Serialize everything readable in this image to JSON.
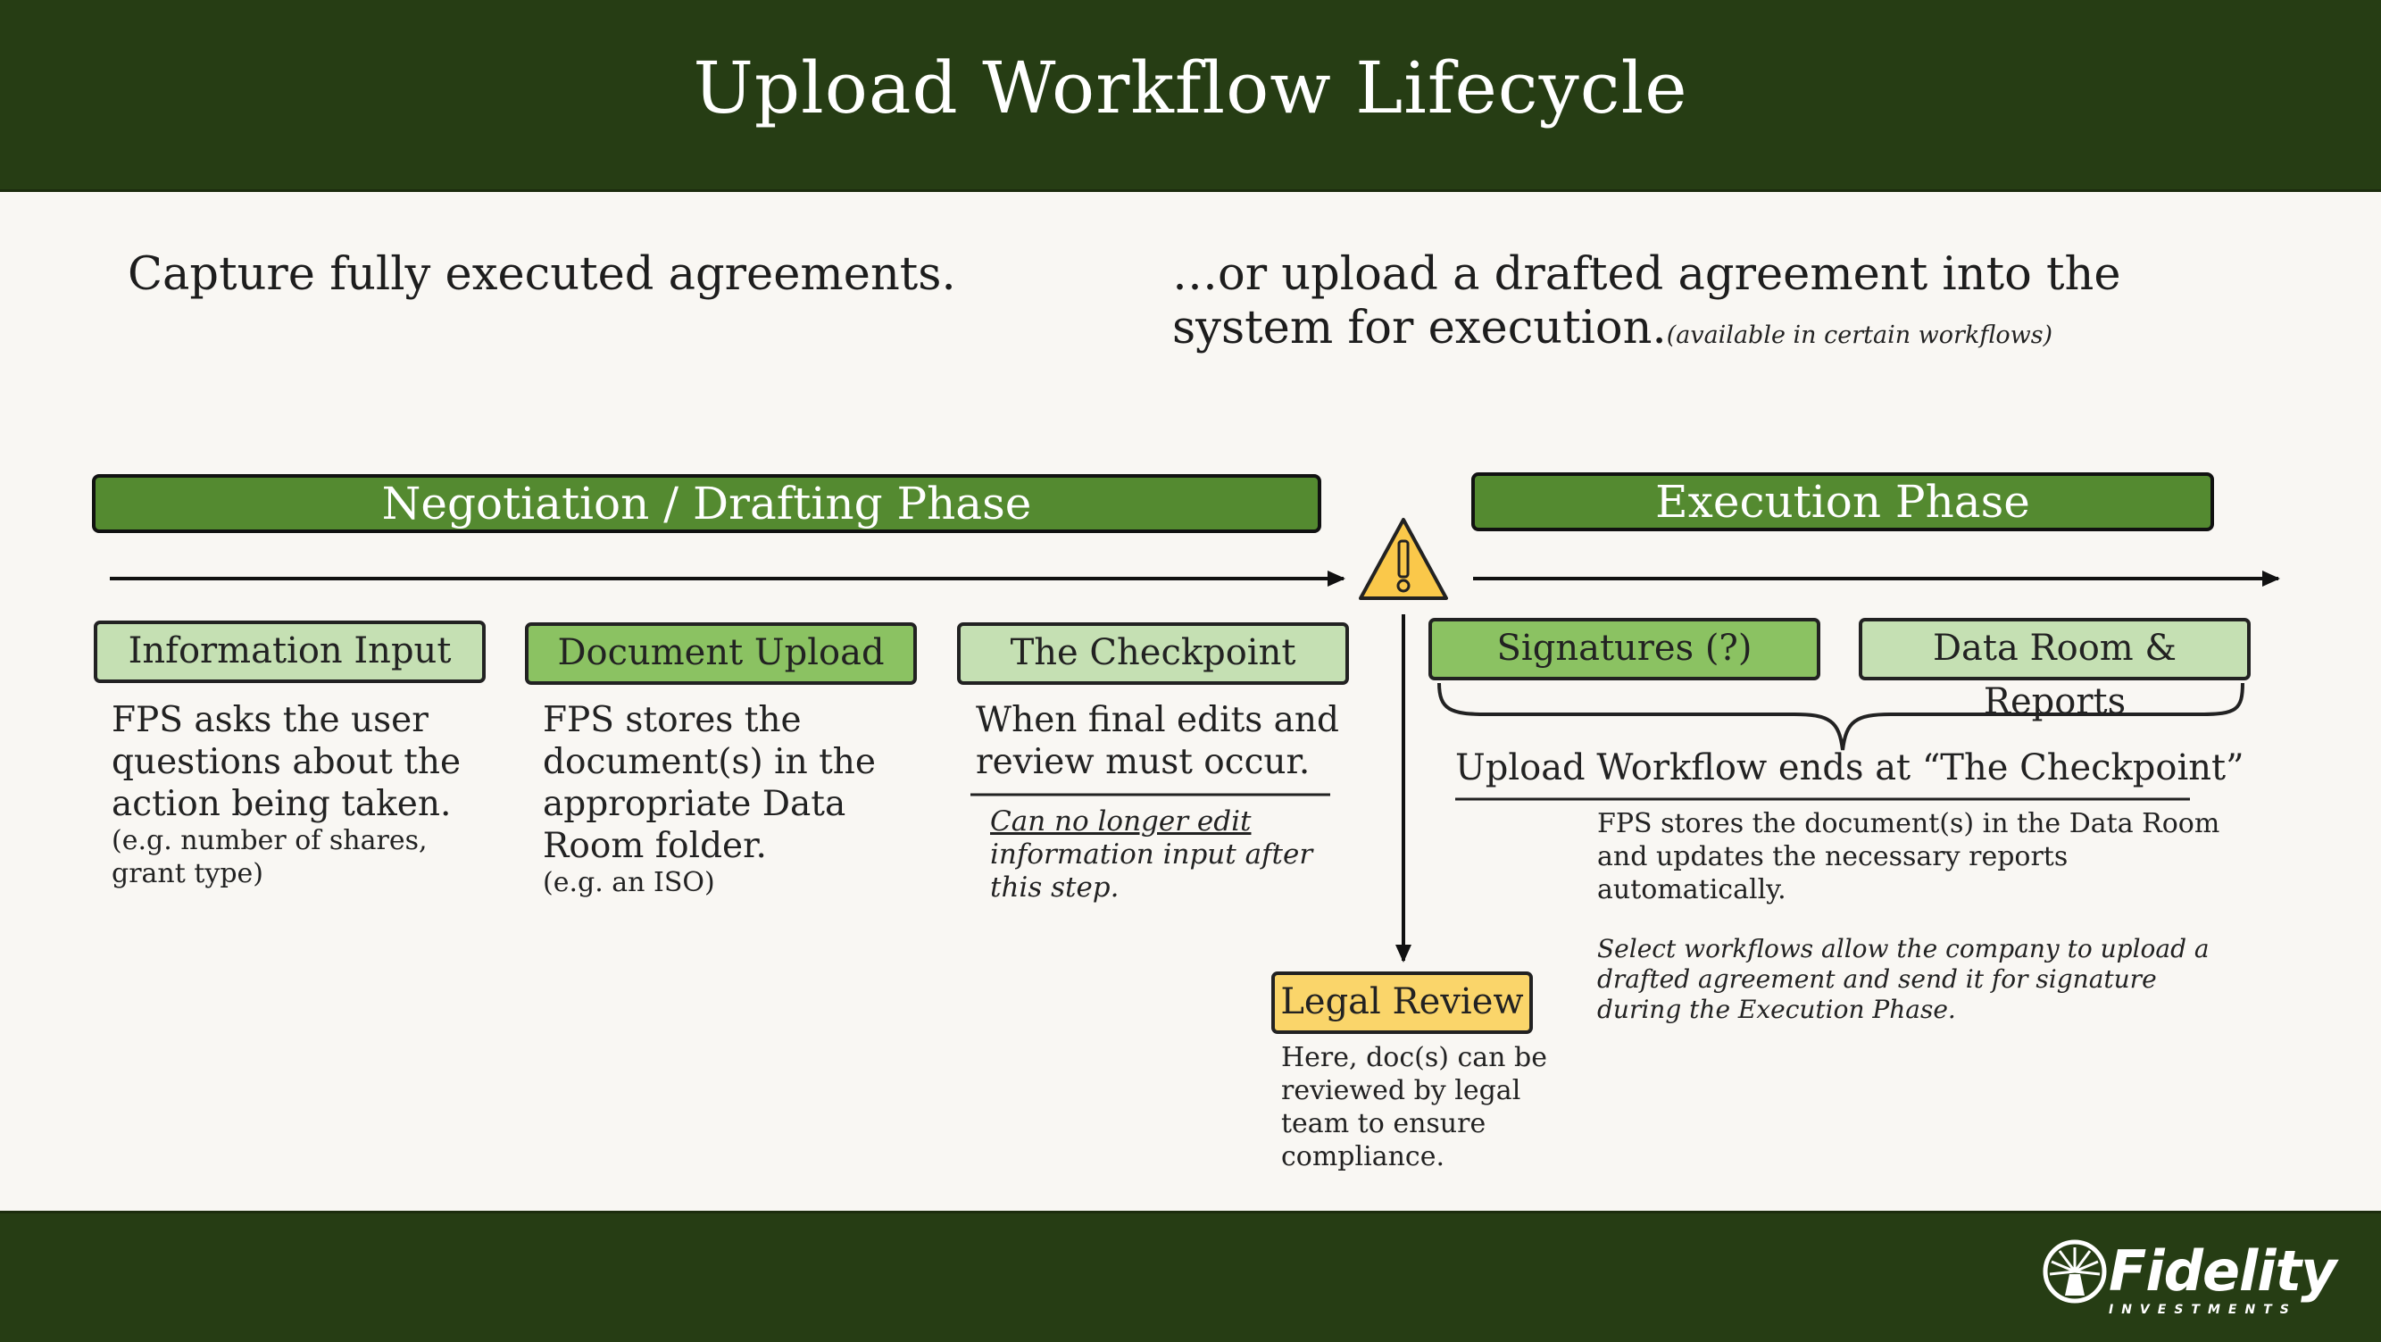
{
  "header": {
    "title": "Upload Workflow Lifecycle"
  },
  "intro": {
    "left": "Capture fully executed agreements.",
    "right_line1": "…or upload a drafted agreement into the",
    "right_line2": "system for execution.",
    "right_note": "(available in certain workflows)"
  },
  "phases": {
    "negotiation": "Negotiation / Drafting Phase",
    "execution": "Execution Phase"
  },
  "steps": [
    {
      "label": "Information Input",
      "desc": [
        "FPS asks the user",
        "questions about the",
        "action being taken."
      ],
      "note": [
        "(e.g. number of shares,",
        "grant type)"
      ]
    },
    {
      "label": "Document Upload",
      "desc": [
        "FPS stores the",
        "document(s) in the",
        "appropriate Data",
        "Room folder."
      ],
      "note": [
        "(e.g. an ISO)"
      ]
    },
    {
      "label": "The Checkpoint",
      "desc": [
        "When final edits and",
        "review must occur."
      ],
      "note": [
        "Can no longer edit",
        "information input after",
        "this step."
      ]
    }
  ],
  "legal": {
    "label": "Legal Review",
    "desc": [
      "Here, doc(s) can be",
      "reviewed by legal",
      "team to ensure",
      "compliance."
    ]
  },
  "execution": {
    "signatures": "Signatures (?)",
    "data_room": "Data Room & Reports",
    "ends": "Upload Workflow ends at “The Checkpoint”",
    "desc": [
      "FPS stores the document(s) in the Data Room",
      "and updates the necessary reports",
      "automatically."
    ],
    "note": [
      "Select workflows allow the company to upload a",
      "drafted agreement and send it for signature",
      "during the Execution Phase."
    ]
  },
  "footer": {
    "brand": "Fidelity",
    "brand_sub": "INVESTMENTS"
  },
  "icons": {
    "warning": "warning-icon",
    "logo": "fidelity-logo-icon"
  },
  "colors": {
    "header_bg": "#263d14",
    "phase_bar": "#548a30",
    "light_green": "#c5e0b3",
    "mid_green": "#8bc262",
    "yellow": "#fad56a",
    "background": "#f9f7f3"
  }
}
